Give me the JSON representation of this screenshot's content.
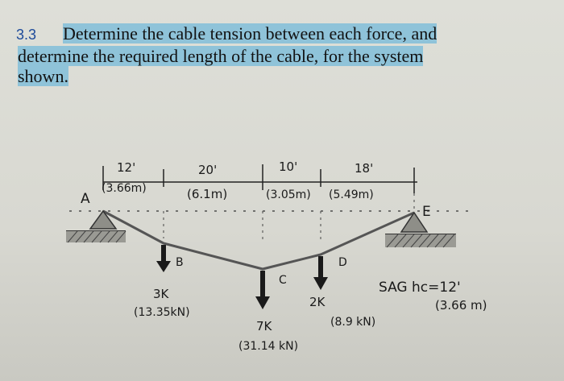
{
  "problem": {
    "number": "3.3",
    "line1": "Determine the cable tension between each force, and",
    "line2": "determine the required length of the cable, for the system",
    "line3": "shown."
  },
  "figure": {
    "spans": [
      {
        "ft": "12'",
        "m": "(3.66m)"
      },
      {
        "ft": "20'",
        "m": "(6.1m)"
      },
      {
        "ft": "10'",
        "m": "(3.05m)"
      },
      {
        "ft": "18'",
        "m": "(5.49m)"
      }
    ],
    "points": {
      "A": "A",
      "B": "B",
      "C": "C",
      "D": "D",
      "E": "E"
    },
    "loads": [
      {
        "point": "B",
        "kip": "3K",
        "kn": "(13.35kN)"
      },
      {
        "point": "C",
        "kip": "7K",
        "kn": "(31.14 kN)"
      },
      {
        "point": "D",
        "kip": "2K",
        "kn": "(8.9 kN)"
      }
    ],
    "sag": {
      "label": "SAG hc=12'",
      "metric": "(3.66 m)"
    }
  }
}
